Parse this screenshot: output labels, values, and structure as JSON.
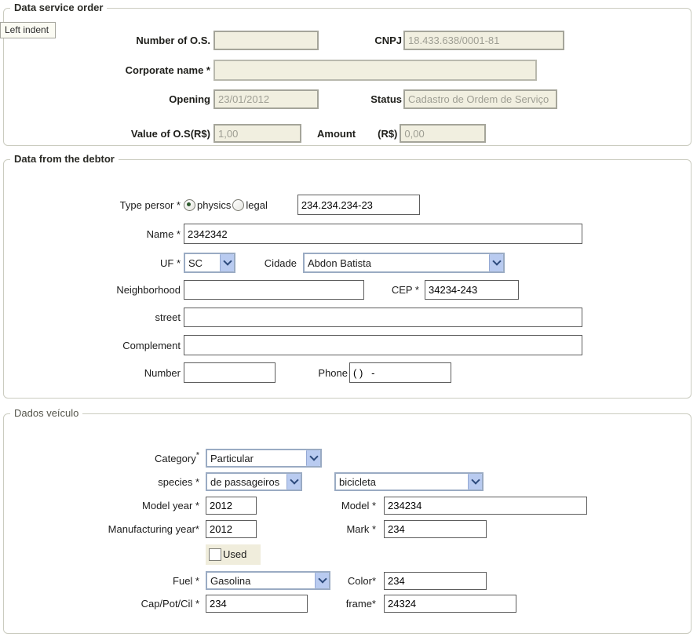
{
  "tooltip": {
    "label": "Left indent"
  },
  "colors": {
    "disabled_field_bg": "#f1efe0",
    "disabled_field_text": "#9e9e93",
    "select_button_bg": "#b9cbf0",
    "fieldset_border": "#cbccc0",
    "used_patch_bg": "#f0eddc"
  },
  "sections": {
    "service_order": {
      "legend": "Data service order",
      "fields": {
        "number_os": {
          "label": "Number of O.S.",
          "value": ""
        },
        "cnpj": {
          "label": "CNPJ",
          "value": "18.433.638/0001-81"
        },
        "corporate_name": {
          "label": "Corporate name *",
          "value": ""
        },
        "opening": {
          "label": "Opening",
          "value": "23/01/2012"
        },
        "status": {
          "label": "Status",
          "value": "Cadastro de Ordem de Serviço"
        },
        "value_os": {
          "label": "Value of O.S(R$)",
          "value": "1,00"
        },
        "amount": {
          "label": "Amount",
          "currency_label": "(R$)",
          "value": "0,00"
        }
      }
    },
    "debtor": {
      "legend": "Data from the debtor",
      "fields": {
        "type_person": {
          "label": "Type persor *",
          "options": [
            {
              "label": "physics",
              "checked": true
            },
            {
              "label": "legal",
              "checked": false
            }
          ],
          "document_value": "234.234.234-23"
        },
        "name": {
          "label": "Name *",
          "value": "2342342"
        },
        "uf": {
          "label": "UF *",
          "value": "SC"
        },
        "city": {
          "label": "Cidade",
          "value": "Abdon Batista"
        },
        "neighborhood": {
          "label": "Neighborhood",
          "value": ""
        },
        "cep": {
          "label": "CEP *",
          "value": "34234-243"
        },
        "street": {
          "label": "street",
          "value": ""
        },
        "complement": {
          "label": "Complement",
          "value": ""
        },
        "number": {
          "label": "Number",
          "value": ""
        },
        "phone": {
          "label": "Phone",
          "value": "( )   -"
        }
      }
    },
    "vehicle": {
      "legend": "Dados veículo",
      "fields": {
        "category": {
          "label": "Category",
          "asterisk": "*",
          "value": "Particular"
        },
        "species": {
          "label": "species *",
          "value": "de passageiros"
        },
        "species_type": {
          "value": "bicicleta"
        },
        "model_year": {
          "label": "Model year *",
          "value": "2012"
        },
        "model": {
          "label": "Model *",
          "value": "234234"
        },
        "manufacturing_year": {
          "label": "Manufacturing year*",
          "value": "2012"
        },
        "mark": {
          "label": "Mark *",
          "value": "234"
        },
        "used": {
          "label": "Used",
          "checked": false
        },
        "fuel": {
          "label": "Fuel *",
          "value": "Gasolina"
        },
        "color": {
          "label": "Color*",
          "value": "234"
        },
        "cap_pot_cil": {
          "label": "Cap/Pot/Cil *",
          "value": "234"
        },
        "frame": {
          "label": "frame*",
          "value": "24324"
        }
      }
    }
  }
}
